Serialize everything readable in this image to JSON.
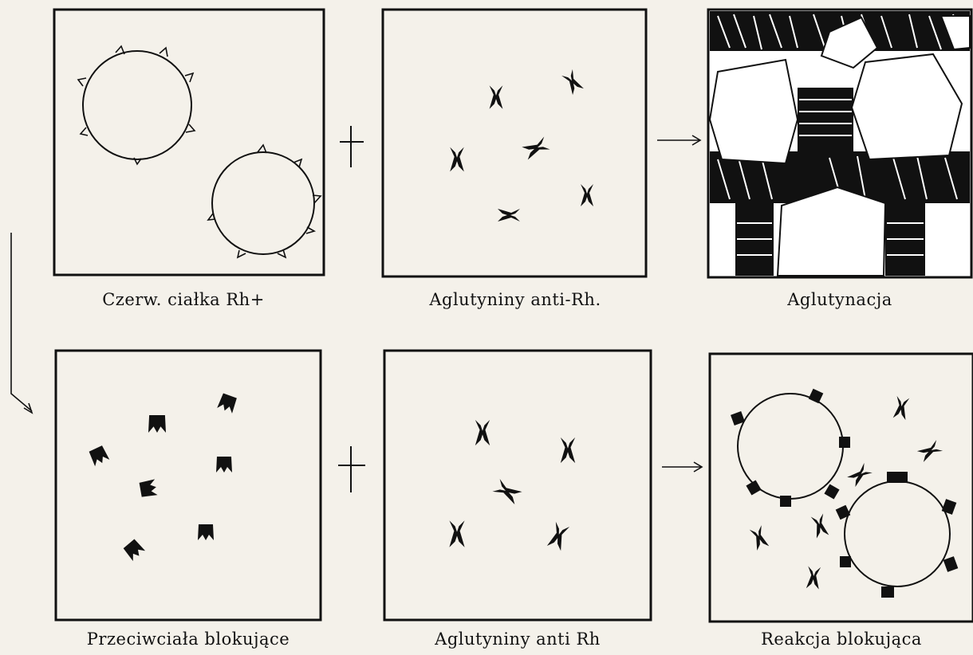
{
  "diagram": {
    "panels": {
      "top": [
        {
          "caption": "Czerw. ciałka Rh+"
        },
        {
          "caption": "Aglutyniny anti-Rh."
        },
        {
          "caption": "Aglutynacja"
        }
      ],
      "bottom": [
        {
          "caption": "Przeciwciała blokujące"
        },
        {
          "caption": "Aglutyniny anti Rh"
        },
        {
          "caption": "Reakcja blokująca"
        }
      ]
    },
    "operators": {
      "plus": "+",
      "arrow": "→"
    }
  },
  "colors": {
    "ink": "#111111",
    "paper": "#f4f1ea"
  }
}
